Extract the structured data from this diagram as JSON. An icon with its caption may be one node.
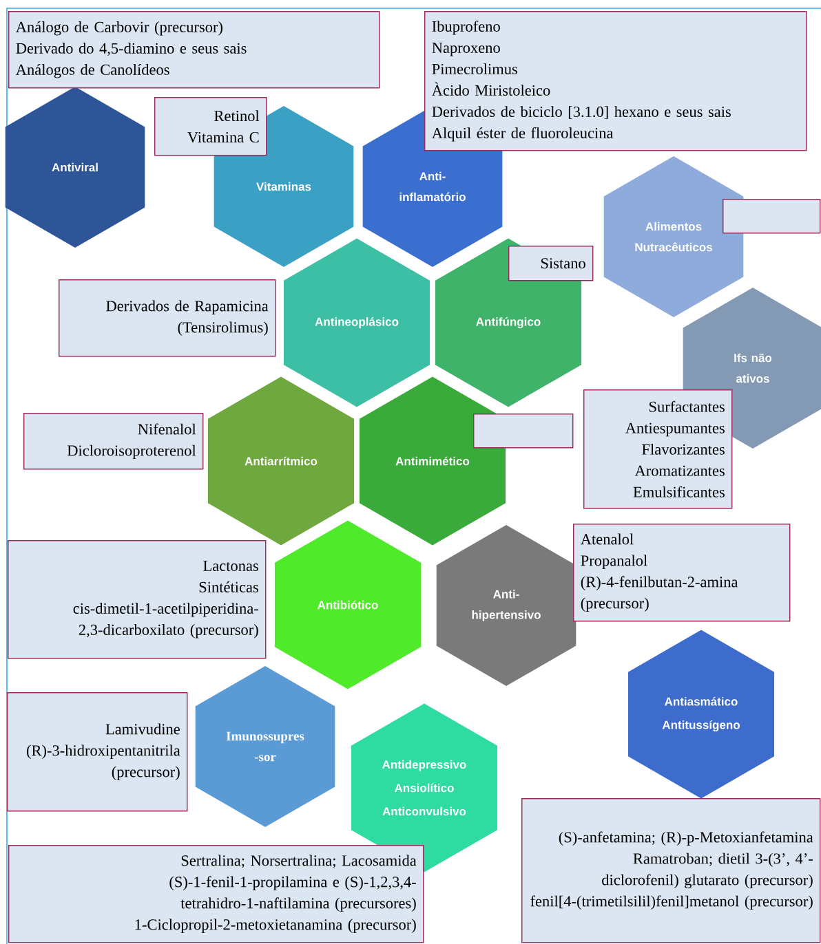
{
  "diagram": {
    "nodes": [
      {
        "text": [
          "Antiviral"
        ]
      },
      {
        "text": [
          "Vitaminas"
        ]
      },
      {
        "text": [
          "Anti-inflamatório"
        ]
      },
      {
        "text": [
          "Alimentos Nutracêuticos"
        ]
      },
      {
        "text": [
          "Antineoplásico"
        ]
      },
      {
        "text": [
          "Antifúngico"
        ]
      },
      {
        "text": [
          "Ifs não ativos"
        ]
      },
      {
        "text": [
          "Antiarrítmico"
        ]
      },
      {
        "text": [
          "Antimimético"
        ]
      },
      {
        "text": [
          "Antibiótico"
        ]
      },
      {
        "text": [
          "Anti-hipertensivo"
        ]
      },
      {
        "text": [
          "Antiasmático",
          "Antitussígeno"
        ]
      },
      {
        "text": [
          "Imunossupres -sor"
        ]
      },
      {
        "text": [
          "Antidepressivo",
          "Ansiolítico",
          "Anticonvulsivo"
        ]
      },
      {
        "text": [
          "Análogo de Carbovir (precursor)",
          "Derivado do 4,5-diamino e seus sais",
          "Análogos de Canolídeos"
        ]
      },
      {
        "text": [
          "Retinol",
          "Vitamina C"
        ]
      },
      {
        "text": [
          "Ibuprofeno",
          "Naproxeno",
          "Pimecrolimus",
          "Àcido Miristoleico",
          "Derivados de biciclo [3.1.0] hexano e seus sais",
          "Alquil éster de fluoroleucina"
        ]
      },
      {
        "text": [],
        "shape": "box"
      },
      {
        "text": [
          "Sistano"
        ]
      },
      {
        "text": [
          "Derivados de Rapamicina (Tensirolimus)"
        ]
      },
      {
        "text": [
          "Surfactantes",
          "Antiespumantes",
          "Flavorizantes",
          "Aromatizantes",
          "Emulsificantes"
        ]
      },
      {
        "text": [],
        "shape": "box"
      },
      {
        "text": [
          "Nifenalol",
          "Dicloroisoproterenol"
        ]
      },
      {
        "text": [
          "Atenalol",
          "Propanalol",
          "(R)-4-fenilbutan-2-amina (precursor)"
        ]
      },
      {
        "text": [
          "Lactonas",
          "Sintéticas",
          "cis-dimetil-1-acetilpiperidina-2,3-dicarboxilato (precursor)"
        ]
      },
      {
        "text": [
          "Lamivudine",
          "(R)-3-hidroxipentanitrila (precursor)"
        ]
      },
      {
        "text": [
          "Sertralina; Norsertralina; Lacosamida",
          "(S)-1-fenil-1-propilamina e (S)-1,2,3,4-tetrahidro-1-naftilamina (precursores)",
          "1-Ciclopropil-2-metoxietanamina (precursor)"
        ]
      },
      {
        "text": [
          "(S)-anfetamina; (R)-p-Metoxianfetamina",
          "Ramatroban; dietil 3-(3’, 4’-diclorofenil) glutarato (precursor)",
          "fenil[4-(trimetilsilil)fenil]metanol (precursor)"
        ]
      }
    ]
  }
}
